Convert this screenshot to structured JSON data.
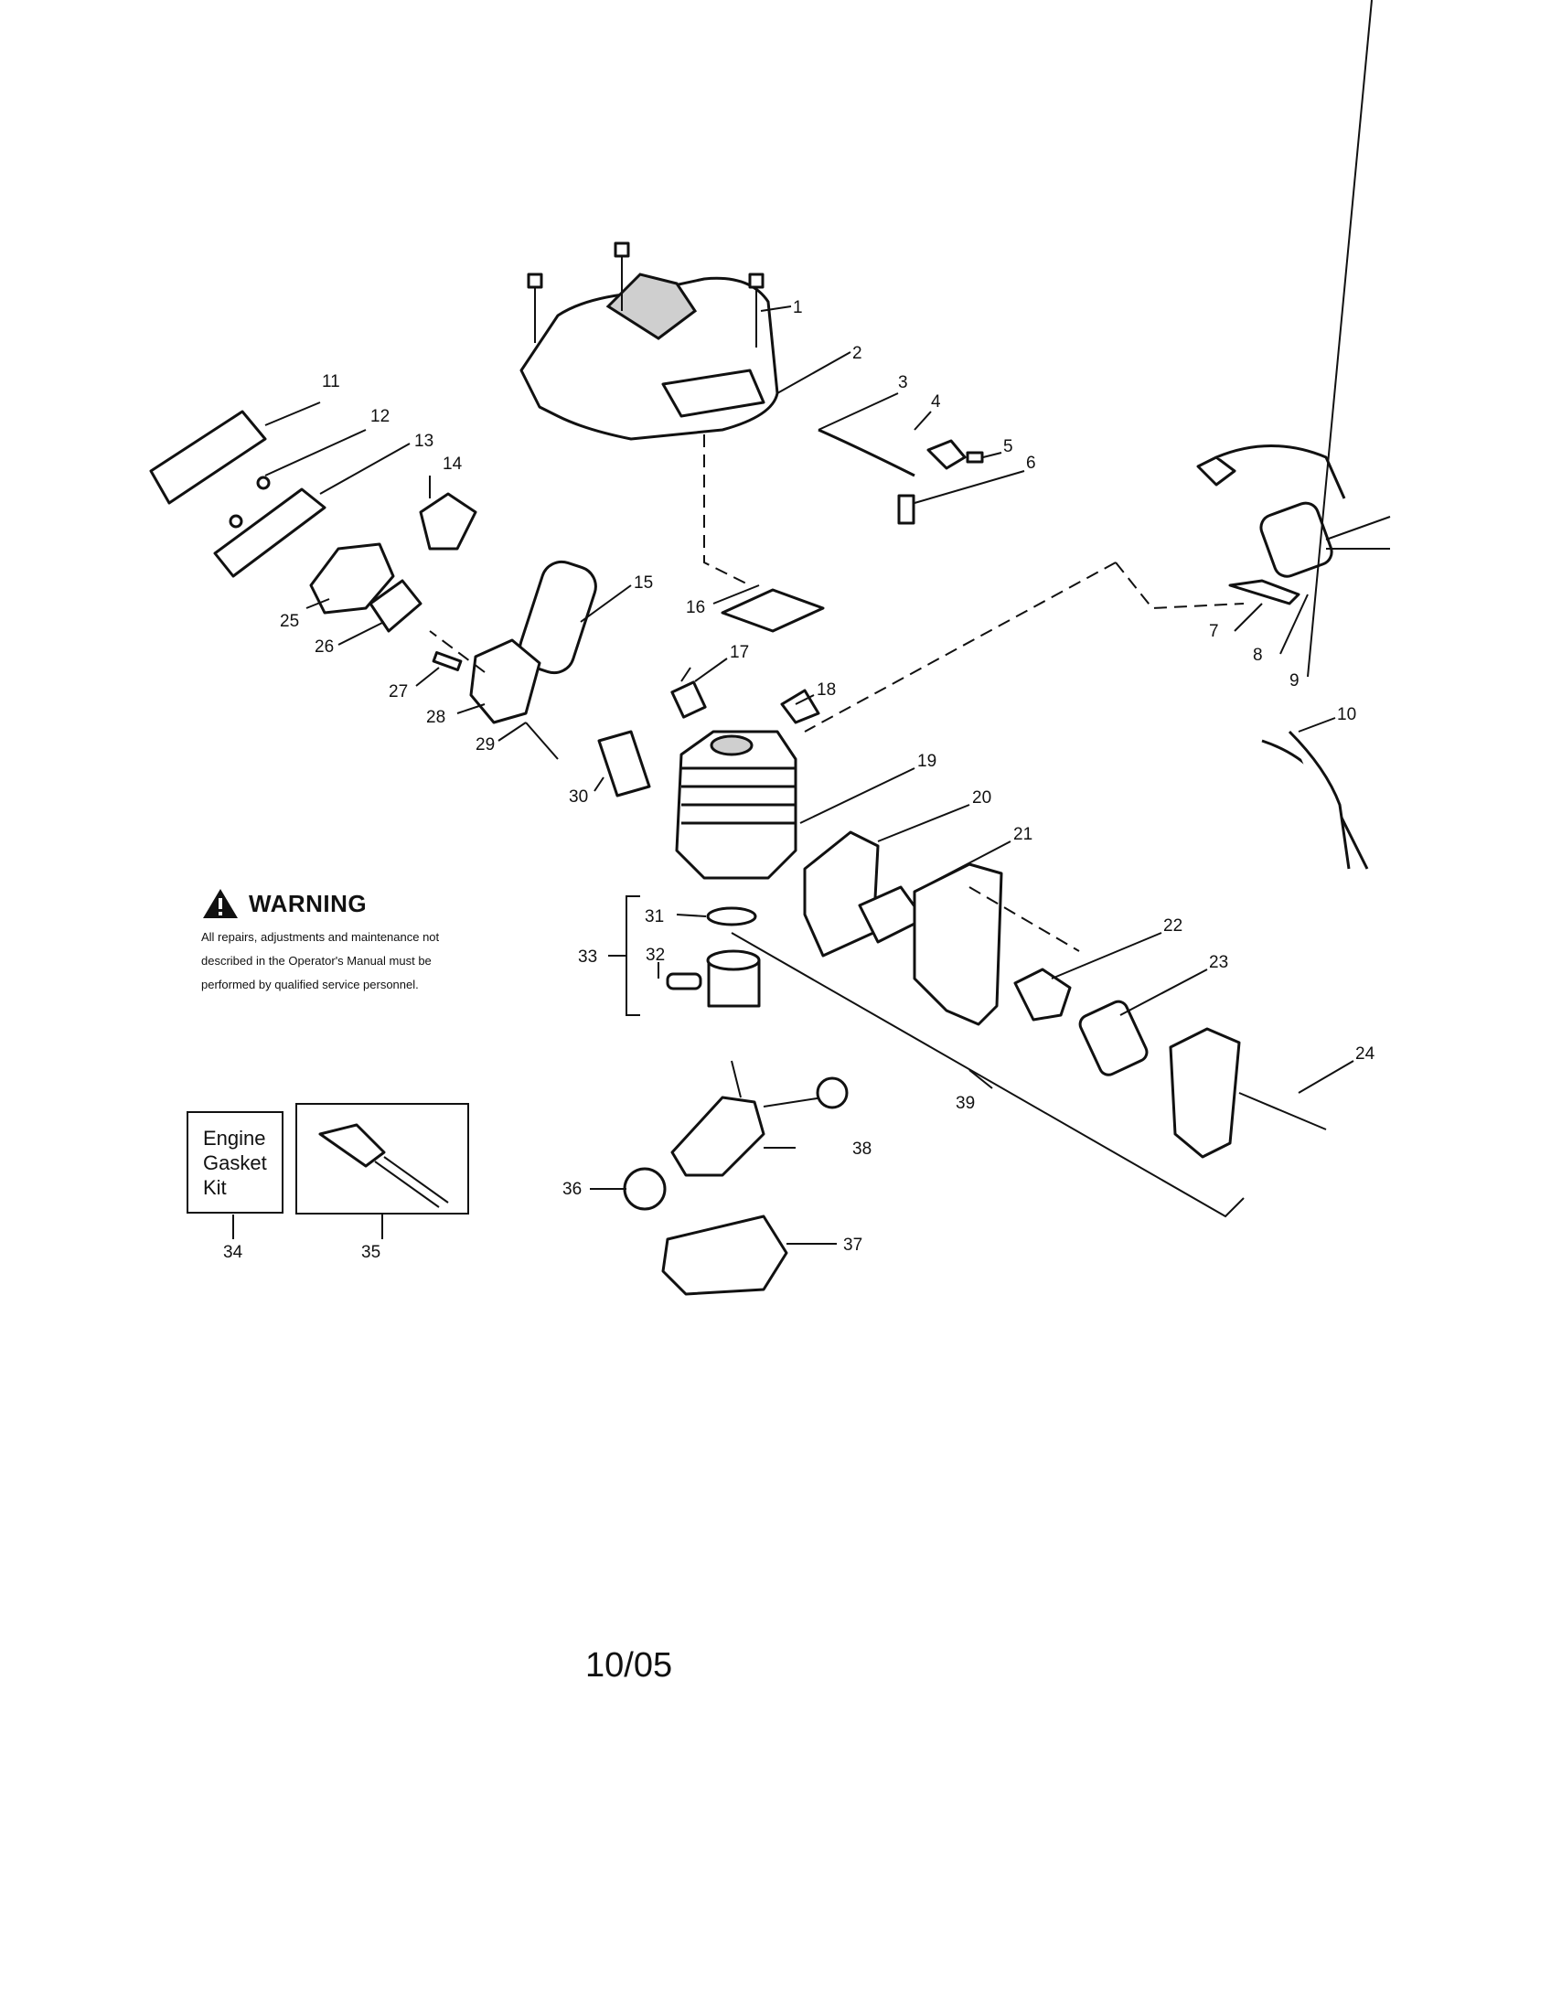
{
  "callouts": [
    "1",
    "2",
    "3",
    "4",
    "5",
    "6",
    "7",
    "8",
    "9",
    "10",
    "11",
    "12",
    "13",
    "14",
    "15",
    "16",
    "17",
    "18",
    "19",
    "20",
    "21",
    "22",
    "23",
    "24",
    "25",
    "26",
    "27",
    "28",
    "29",
    "30",
    "31",
    "32",
    "33",
    "34",
    "35",
    "36",
    "37",
    "38",
    "39"
  ],
  "warning": {
    "title": "WARNING",
    "line1": "All repairs, adjustments and maintenance not",
    "line2": "described in the Operator's Manual must be",
    "line3": "performed by qualified  service personnel."
  },
  "kit": {
    "line1": "Engine",
    "line2": "Gasket",
    "line3": "Kit"
  },
  "date": "10/05"
}
